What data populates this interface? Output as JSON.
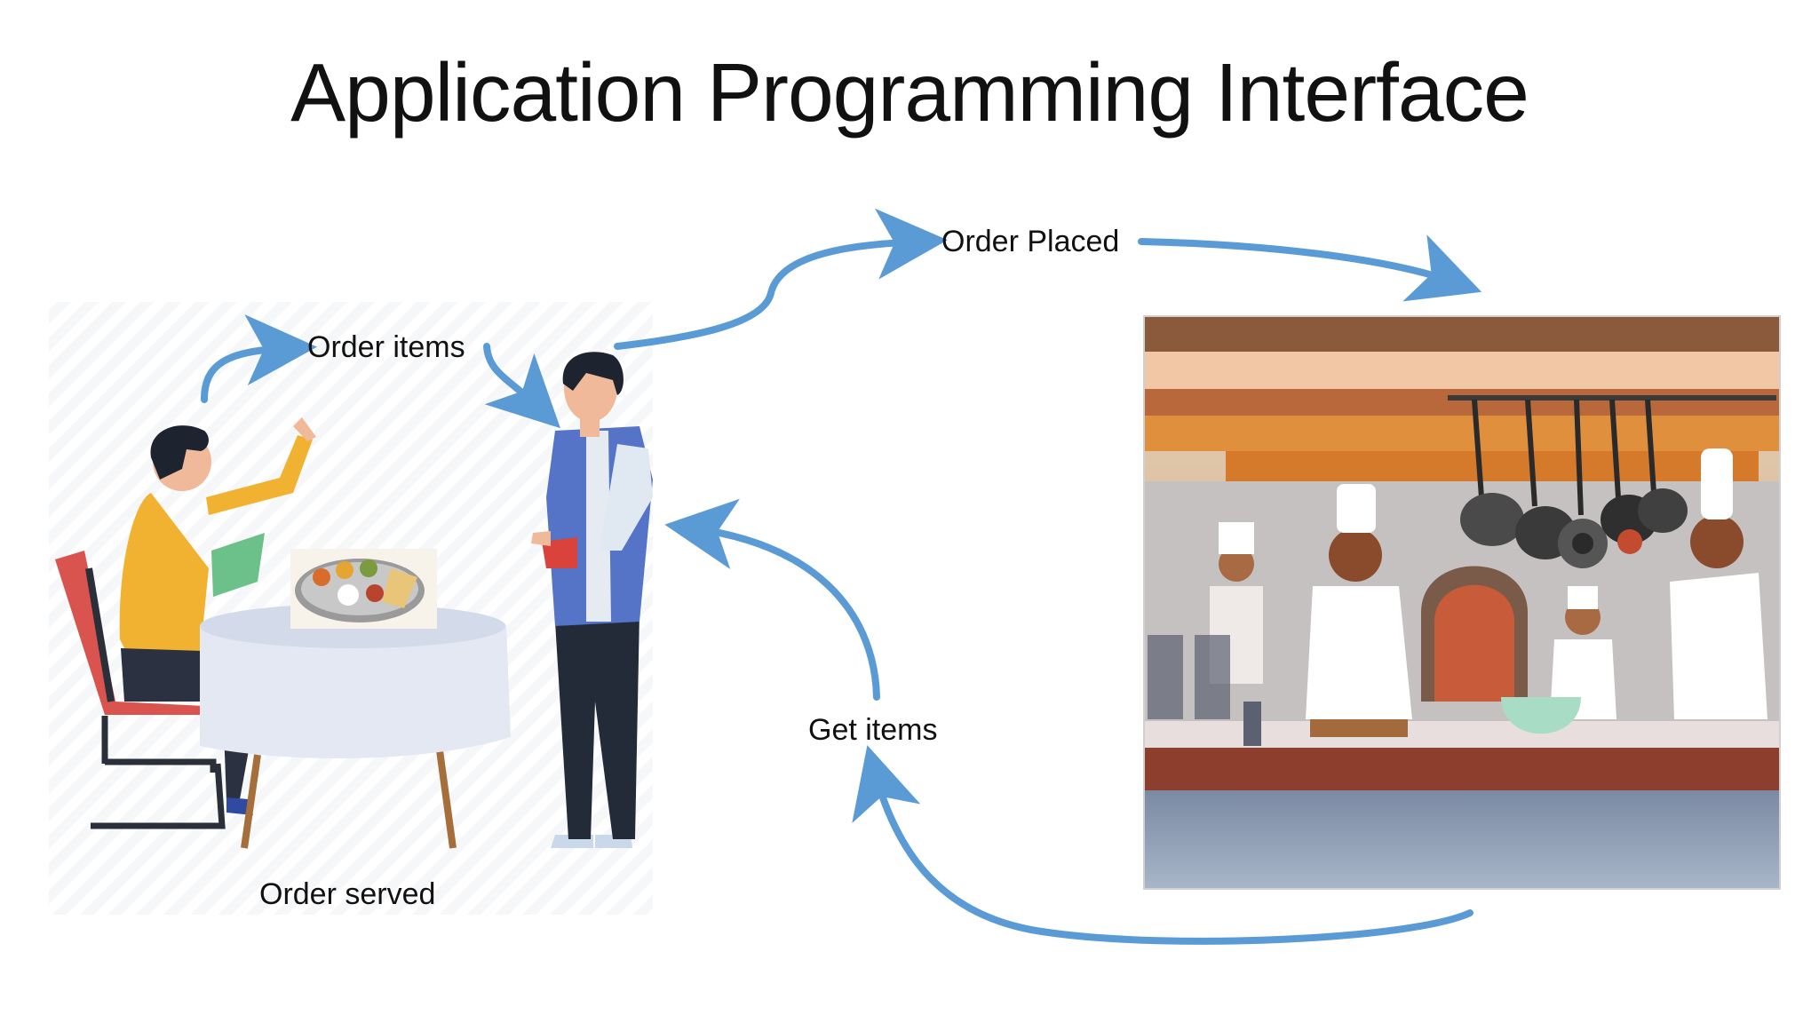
{
  "slide": {
    "title": "Application Programming Interface"
  },
  "labels": {
    "order_items": "Order items",
    "order_placed": "Order Placed",
    "get_items": "Get items",
    "order_served": "Order served"
  },
  "colors": {
    "arrow": "#5b9bd5",
    "title_text": "#111111"
  },
  "scene": {
    "customer_illustration": "customer-ordering-icon",
    "waiter_illustration": "waiter-icon",
    "kitchen_illustration": "restaurant-kitchen-chefs-icon"
  }
}
